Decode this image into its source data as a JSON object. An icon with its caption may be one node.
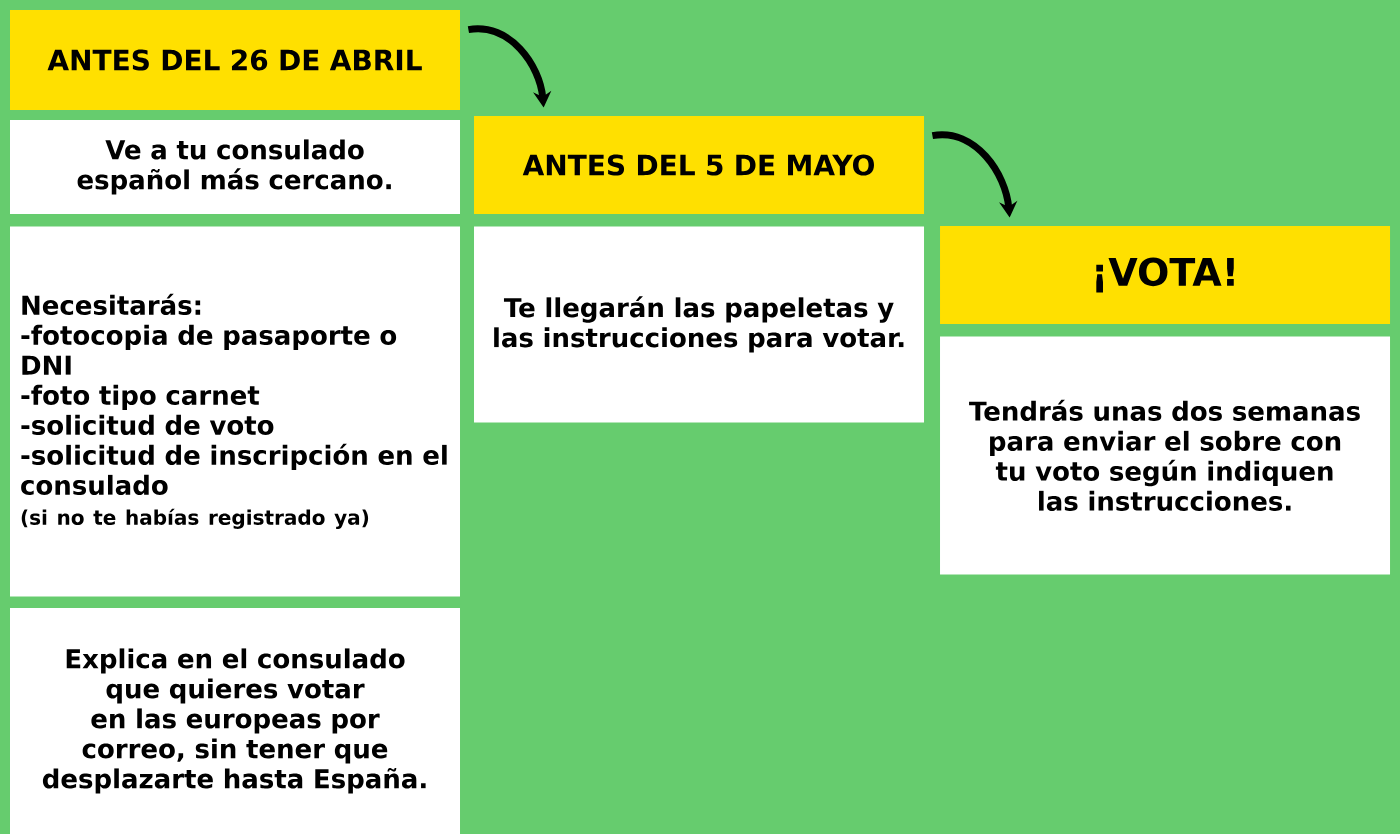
{
  "diagram": {
    "nodes": [
      {
        "text": [
          "ANTES DEL 26 DE ABRIL"
        ]
      },
      {
        "text": [
          "Ve a tu consulado español más cercano."
        ]
      },
      {
        "text": [
          "Necesitarás:",
          "-fotocopia de pasaporte o DNI",
          "-foto tipo carnet",
          "-solicitud de voto",
          "-solicitud de inscripción en el consulado",
          "(si no te habías registrado ya)"
        ]
      },
      {
        "text": [
          "Explica en el consulado que quieres votar en las europeas por correo, sin tener que desplazarte hasta España."
        ]
      },
      {
        "text": [
          "ANTES DEL 5 DE MAYO"
        ]
      },
      {
        "text": [
          "Te llegarán las papeletas y las instrucciones para votar."
        ]
      },
      {
        "text": [
          "¡VOTA!"
        ]
      },
      {
        "text": [
          "Tendrás unas dos semanas para enviar el sobre con tu voto según indiquen las instrucciones."
        ]
      }
    ],
    "edges": [
      {
        "from": 0,
        "to": 4,
        "arrow": "to"
      },
      {
        "from": 4,
        "to": 6,
        "arrow": "to"
      }
    ]
  }
}
